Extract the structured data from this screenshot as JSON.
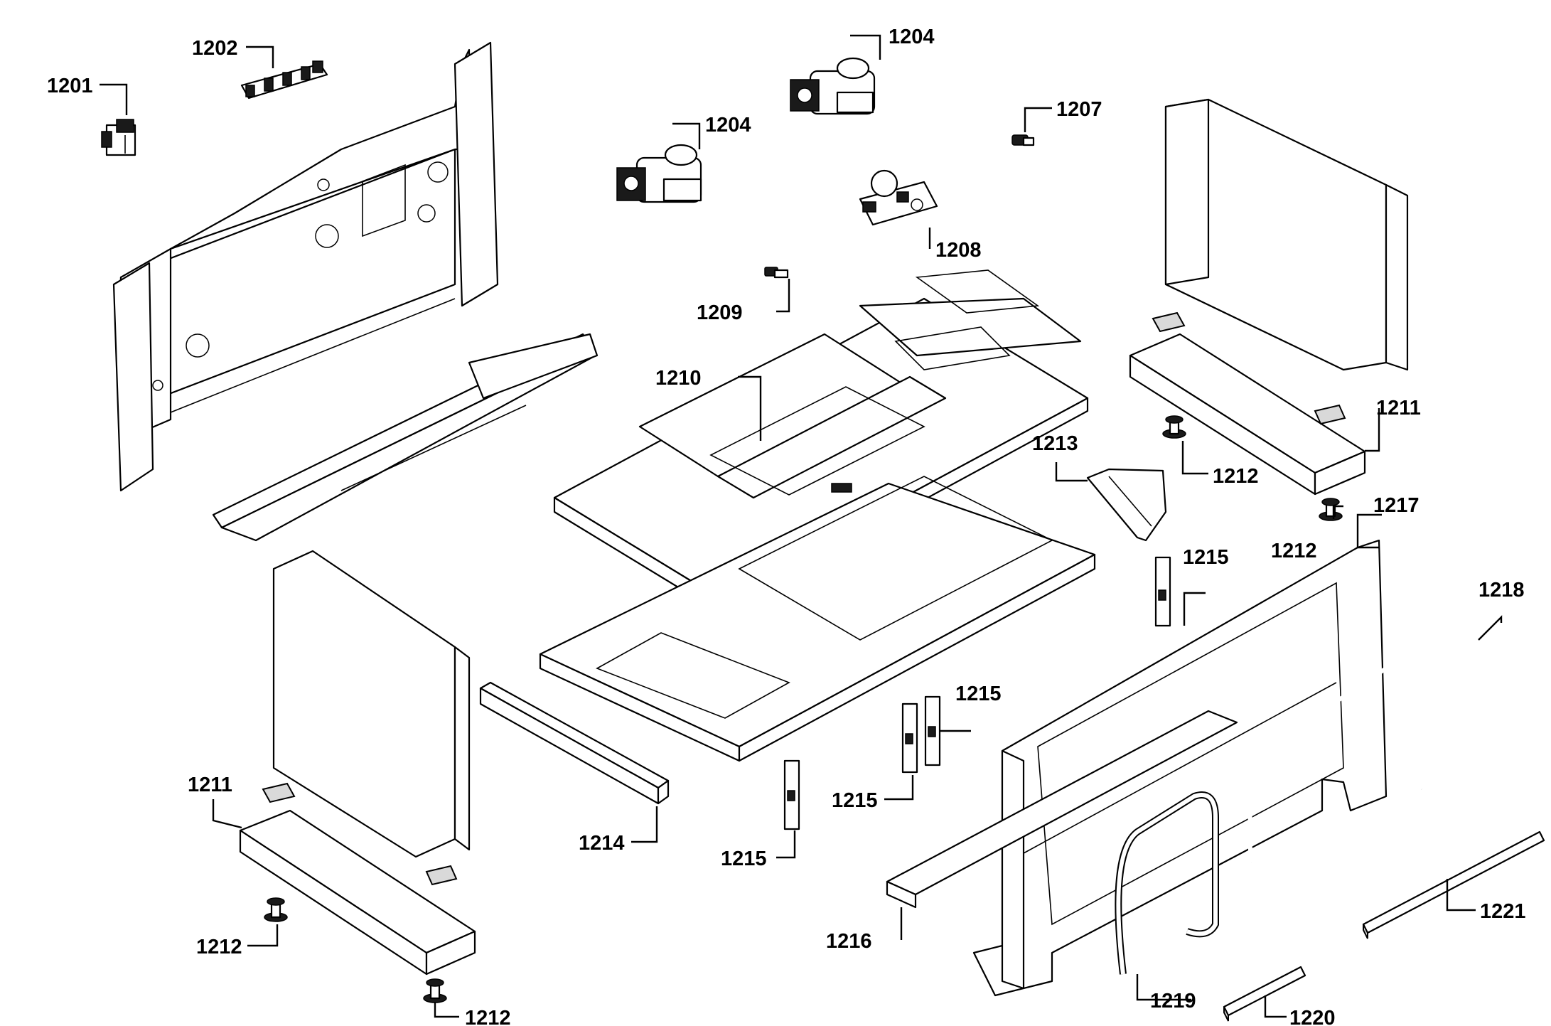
{
  "callouts": {
    "c1201": "1201",
    "c1202": "1202",
    "c1204a": "1204",
    "c1204b": "1204",
    "c1207": "1207",
    "c1208": "1208",
    "c1209": "1209",
    "c1210": "1210",
    "c1211a": "1211",
    "c1211b": "1211",
    "c1212a": "1212",
    "c1212b": "1212",
    "c1212c": "1212",
    "c1212d": "1212",
    "c1213": "1213",
    "c1214": "1214",
    "c1215a": "1215",
    "c1215b": "1215",
    "c1215c": "1215",
    "c1215d": "1215",
    "c1216": "1216",
    "c1217": "1217",
    "c1218": "1218",
    "c1219": "1219",
    "c1220": "1220",
    "c1221": "1221"
  }
}
